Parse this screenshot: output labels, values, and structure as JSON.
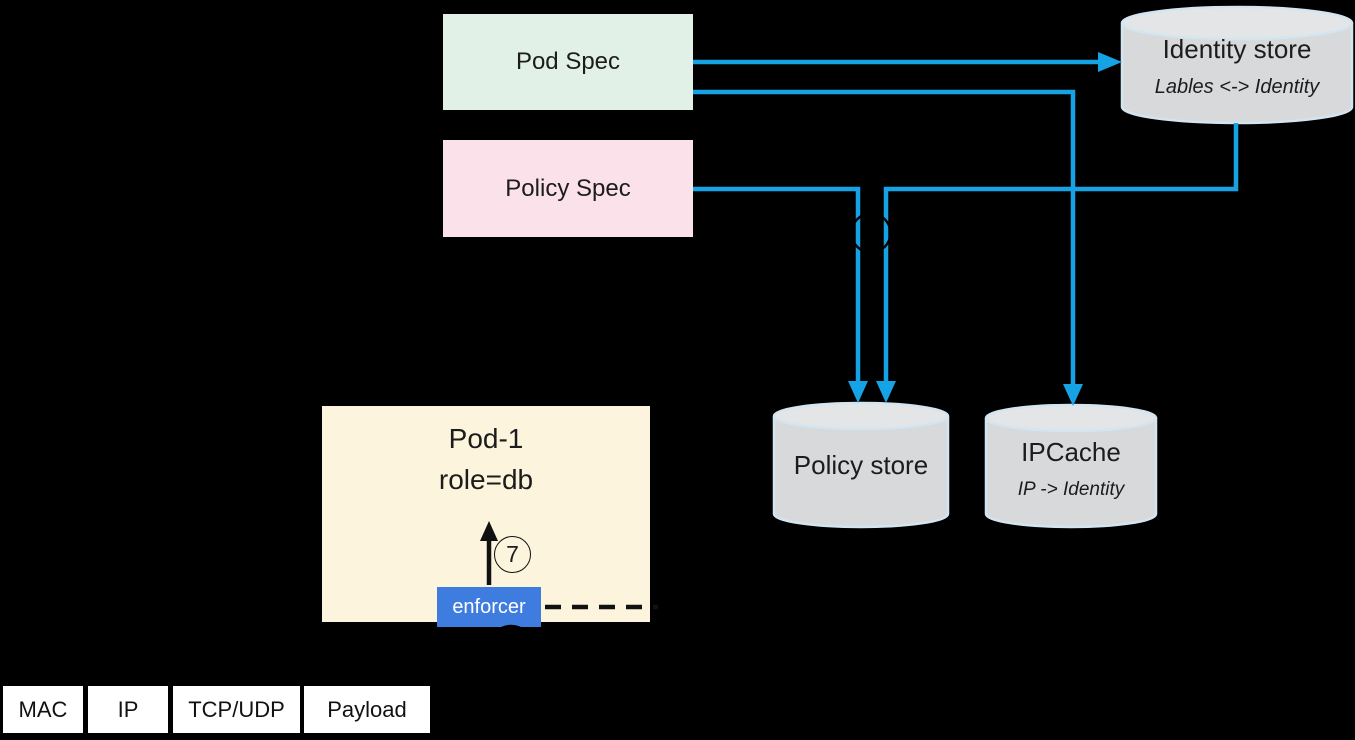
{
  "nodes": {
    "pod_spec": {
      "label": "Pod Spec"
    },
    "policy_spec": {
      "label": "Policy Spec"
    },
    "identity_store": {
      "title": "Identity store",
      "subtitle": "Lables <-> Identity"
    },
    "policy_store": {
      "title": "Policy store"
    },
    "ipcache": {
      "title": "IPCache",
      "subtitle": "IP -> Identity"
    },
    "pod1": {
      "title": "Pod-1",
      "subtitle": "role=db"
    },
    "enforcer": {
      "label": "enforcer"
    },
    "step_marker": {
      "label": "7"
    }
  },
  "packet": {
    "fields": [
      "MAC",
      "IP",
      "TCP/UDP",
      "Payload"
    ]
  },
  "colors": {
    "background": "#000000",
    "connector_accent": "#16A3E6",
    "pod_spec_fill": "#E2F1E8",
    "policy_spec_fill": "#FAE1EA",
    "pod1_fill": "#FCF4DC",
    "enforcer_fill": "#3F7CE0",
    "cylinder_fill": "#D8D9DA",
    "cylinder_top_fill": "#E4E5E6",
    "cylinder_stroke": "#D4E5F2",
    "packet_fill": "#FFFFFF",
    "text": "#1C1C1C"
  }
}
